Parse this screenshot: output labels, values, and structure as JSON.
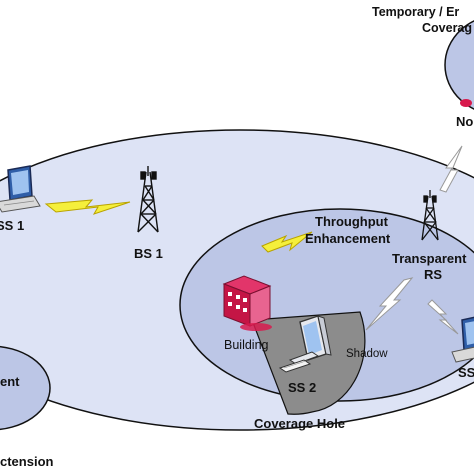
{
  "labels": {
    "temporary_line1": "Temporary / Er",
    "temporary_line2": "Coverag",
    "non_transparent_partial": "No",
    "ss1": "SS 1",
    "bs1": "BS 1",
    "throughput_line1": "Throughput",
    "throughput_line2": "Enhancement",
    "transparent_rs_line1": "Transparent",
    "transparent_rs_line2": "RS",
    "building": "Building",
    "shadow": "Shadow",
    "ss2": "SS 2",
    "coverage_hole": "Coverage Hole",
    "enhancement_partial": "ent",
    "ss_right_partial": "SS",
    "extension_partial": "ctension"
  },
  "colors": {
    "outer_cell_fill": "#dde3f5",
    "inner_cell_fill": "#bcc6e6",
    "cell_stroke": "#111111",
    "shadow_fill": "#8c8c8c",
    "link_fill": "#f5ef3b",
    "link_stroke": "#b9a300",
    "building_red": "#d81a4d"
  },
  "icons": {
    "laptop": "laptop-icon",
    "tower": "tower-icon",
    "building": "building-icon",
    "desktop": "desktop-computer-icon",
    "wireless_link": "lightning-link-icon"
  }
}
